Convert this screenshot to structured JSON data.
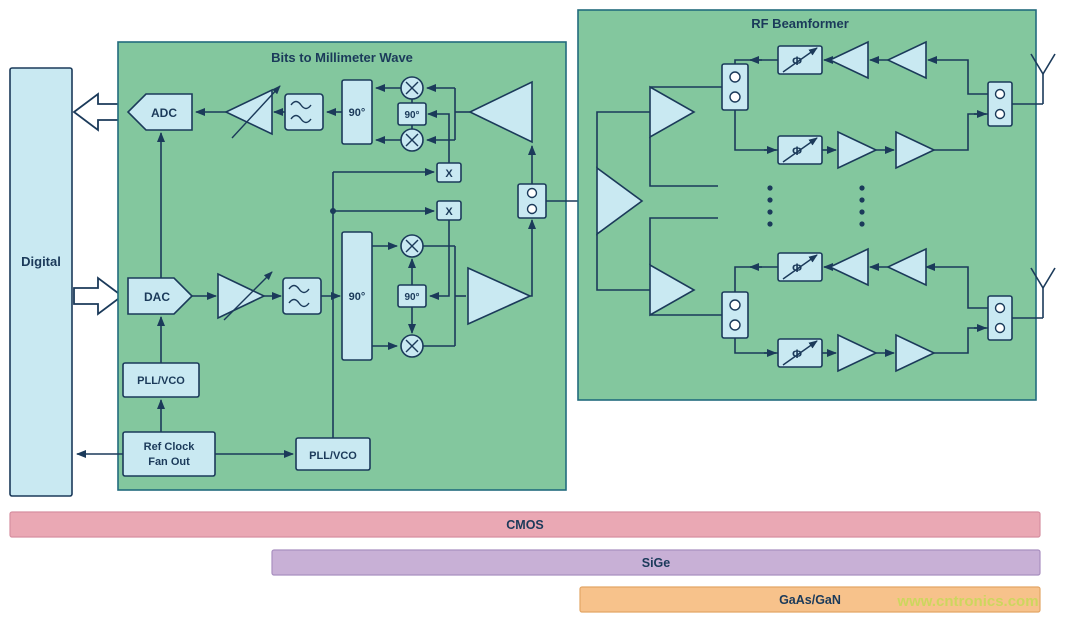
{
  "colors": {
    "background": "#ffffff",
    "green_block": "#83c79e",
    "green_border": "#226b7d",
    "component_fill": "#c9e9f2",
    "line_and_text": "#1b3a5a",
    "cmos_bar": "#eaa8b4",
    "sige_bar": "#c8b0d6",
    "gaas_gan_bar": "#f7c28b",
    "watermark": "#cdd65e"
  },
  "digital": {
    "label": "Digital"
  },
  "bits_to_mmwave": {
    "title": "Bits to Millimeter Wave",
    "adc_label": "ADC",
    "dac_label": "DAC",
    "rx_quad_label": "90°",
    "rx_lo_quad_label": "90°",
    "tx_quad_label": "90°",
    "tx_lo_quad_label": "90°",
    "rx_mult_label": "X",
    "tx_mult_label": "X",
    "pll1_label": "PLL/VCO",
    "pll2_label": "PLL/VCO",
    "refclock_label_line1": "Ref Clock",
    "refclock_label_line2": "Fan Out"
  },
  "rf_beamformer": {
    "title": "RF Beamformer",
    "phase_label": "Φ"
  },
  "technology_bars": [
    {
      "label": "CMOS",
      "color": "#eaa8b4",
      "border": "#d68fa0"
    },
    {
      "label": "SiGe",
      "color": "#c8b0d6",
      "border": "#a98fc0"
    },
    {
      "label": "GaAs/GaN",
      "color": "#f7c28b",
      "border": "#e3a666"
    }
  ],
  "watermark": "www.cntronics.com"
}
